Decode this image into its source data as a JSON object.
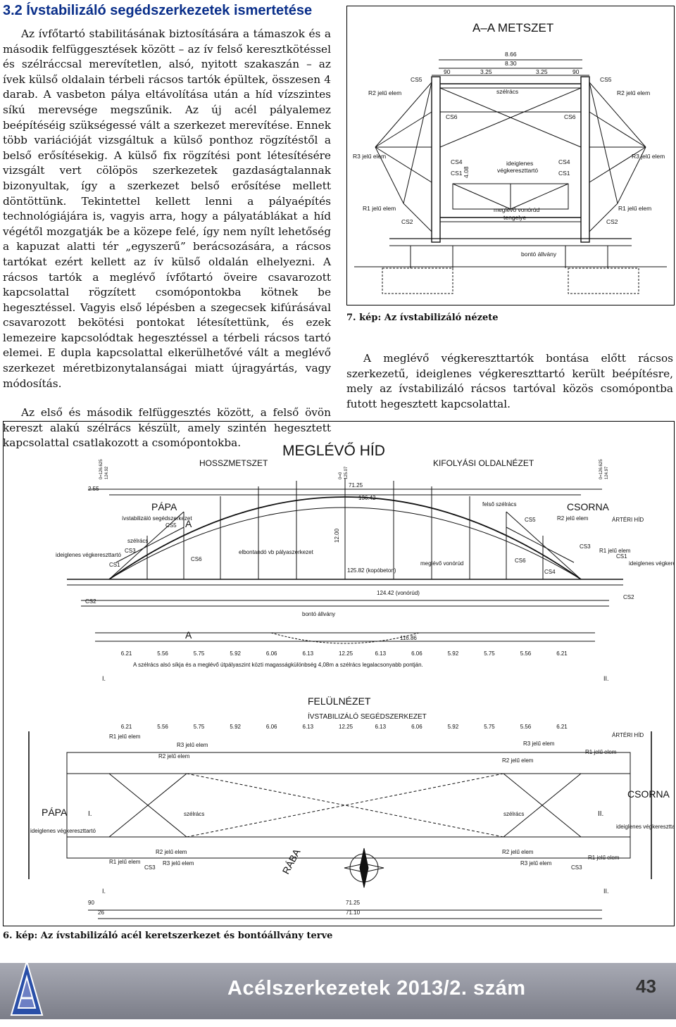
{
  "heading": "3.2 Ívstabilizáló segédszerkezetek ismertetése",
  "left_paragraphs": [
    "Az ívfőtartó stabilitásának biztosítására a támaszok és a második felfüggesztések között – az ív felső keresztkötéssel és szélráccsal merevítetlen, alsó, nyitott szakaszán – az ívek külső oldalain térbeli rácsos tartók épültek, összesen 4 darab. A vasbeton pálya eltávolítása után a híd vízszintes síkú merevsége megszűnik. Az új acél pályalemez beépítéséig szükségessé vált a szerkezet merevítése. Ennek több variációját vizsgáltuk a külső ponthoz rögzítéstől a belső erősítésekig. A külső fix rögzítési pont létesítésére vizsgált vert cölöpös szerkezetek gazdaságtalannak bizonyultak, így a szerkezet belső erősítése mellett döntöttünk. Tekintettel kellett lenni a pályaépítés technológiájára is, vagyis arra, hogy a pályatáblákat a híd végétől mozgatják be a közepe felé, így nem nyílt lehetőség a kapuzat alatti tér „egyszerű” berácsozására, a rácsos tartókat ezért kellett az ív külső oldalán elhelyezni. A rácsos tartók a meglévő ívfőtartó öveire csavarozott kapcsolattal rögzített csomópontokba kötnek be hegesztéssel. Vagyis első lépésben a szegecsek kifúrásával csavarozott bekötési pontokat létesítettünk, és ezek lemezeire kapcsolódtak hegesztéssel a térbeli rácsos tartó elemei. E dupla kapcsolattal elkerülhetővé vált a meglévő szerkezet méretbizonytalanságai miatt újragyártás, vagy módosítás.",
    "Az első és második felfüggesztés között, a felső övön kereszt alakú szélrács készült, amely szintén hegesztett kapcsolattal csatlakozott a csomópontokba."
  ],
  "figure7": {
    "title": "A–A METSZET",
    "dims": [
      "8.66",
      "8.30",
      "90",
      "3.25",
      "3.25",
      "90",
      "4.08"
    ],
    "labels": {
      "cs5": "CS5",
      "cs6": "CS6",
      "cs4": "CS4",
      "cs1": "CS1",
      "cs2": "CS2",
      "r1": "R1 jelű elem",
      "r2": "R2 jelű elem",
      "r3": "R3 jelű elem",
      "szelracs": "szélrács",
      "ideiglenes": "ideiglenes",
      "vegkereszttarto": "végkereszttartó",
      "meglevo": "meglévő vonórúd",
      "tengelye": "tengelye",
      "bonto": "bontó állvány"
    },
    "caption": "7. kép: Az ívstabilizáló nézete"
  },
  "right_paragraph": "A meglévő végkereszttartók bontása előtt rácsos szerkezetű, ideiglenes végkereszttartó került beépítésre, mely az ívstabilizáló rácsos tartóval közös csomópontba futott hegesztett kapcsolattal.",
  "figure6": {
    "title": "MEGLÉVŐ HÍD",
    "hosszmetszet": "HOSSZMETSZET",
    "kifolyasi": "KIFOLYÁSI OLDALNÉZET",
    "felulnezet": "FELÜLNÉZET",
    "ivstab": "ÍVSTABILIZÁLÓ SEGÉDSZERKEZET",
    "papa": "PÁPA",
    "csorna": "CSORNA",
    "raba": "RÁBA",
    "arteri": "ÁRTÉRI HÍD",
    "dims_top": [
      "2.55",
      "71.25",
      "136.42",
      "125.82 (kopóbeton)",
      "124.42 (vonórúd)",
      "116.86",
      "12.00"
    ],
    "spans": [
      "6.21",
      "5.56",
      "5.75",
      "5.92",
      "6.06",
      "6.13",
      "12.25",
      "6.13",
      "6.06",
      "5.92",
      "5.75",
      "5.56",
      "6.21"
    ],
    "dims_bottom": [
      "71.25",
      "71.10",
      "90",
      "26"
    ],
    "section": "A",
    "piers": [
      "I.",
      "II."
    ],
    "elev_left": [
      "0=126.625",
      "124.92"
    ],
    "elev_mid": [
      "0=0",
      "125.07"
    ],
    "elev_right": [
      "0=126.625",
      "124.97"
    ],
    "note": "A szélrács alsó síkja és a meglévő útpályaszint közti magasságkülönbség 4,08m a szélrács legalacsonyabb pontján.",
    "labels": {
      "ivstab_small": "ívstabilizáló segédszerkezet",
      "felso_szelracs": "felső szélrács",
      "elbontando": "elbontandó vb pályaszerkezet",
      "meglevo_vonorud": "meglévő vonórúd",
      "ideiglenes_vkt": "ideiglenes végkereszttartó",
      "bonto": "bontó állvány",
      "szelracs": "szélrács",
      "r1elem": "R1 jelű elem",
      "r2elem": "R2 jelű elem",
      "r3elem": "R3 jelű elem",
      "cs1": "CS1",
      "cs2": "CS2",
      "cs3": "CS3",
      "cs4": "CS4",
      "cs5": "CS5",
      "cs6": "CS6"
    },
    "caption": "6. kép: Az ívstabilizáló acél keretszerkezet és bontóállvány terve"
  },
  "footer": {
    "title": "Acélszerkezetek 2013/2. szám",
    "page": "43"
  }
}
